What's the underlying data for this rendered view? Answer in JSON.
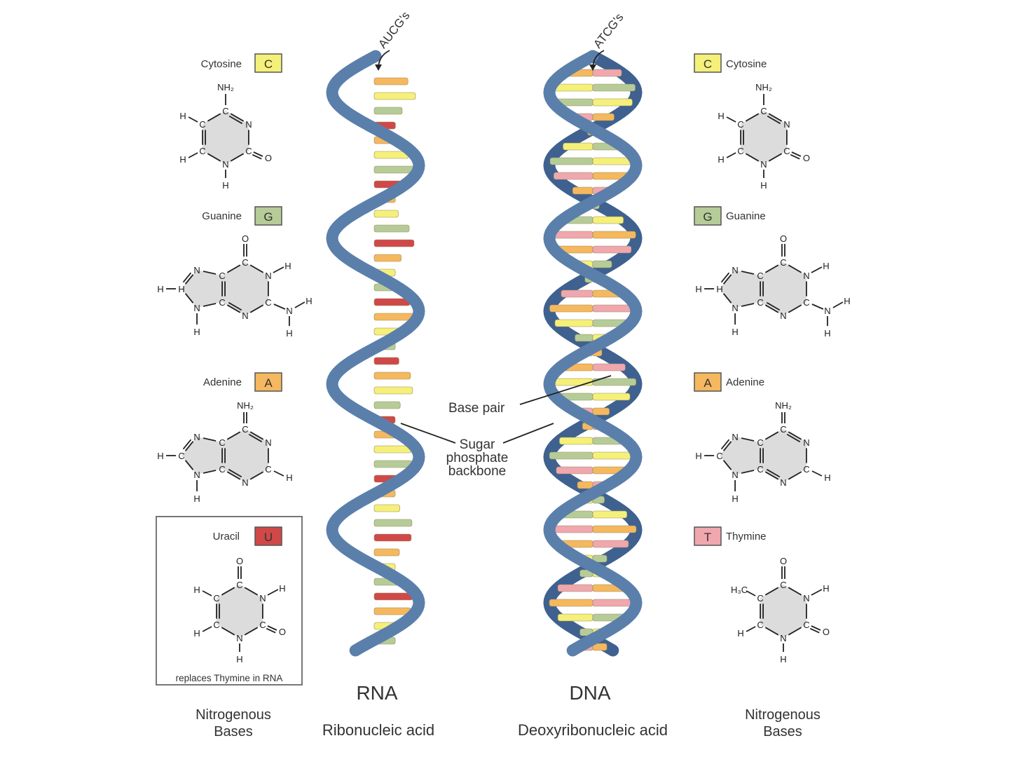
{
  "colors": {
    "backbone": "#5a7fab",
    "backbone_dark": "#3f6190",
    "cytosine": "#f5f07a",
    "guanine": "#b6cc98",
    "adenine": "#f5b85e",
    "thymine": "#f0a7ae",
    "uracil": "#d04848",
    "ring_fill": "#dcdcdc"
  },
  "rna": {
    "pointer_label": "AUCG's",
    "title": "RNA",
    "subtitle": "Ribonucleic acid"
  },
  "dna": {
    "pointer_label": "ATCG's",
    "title": "DNA",
    "subtitle": "Deoxyribonucleic acid"
  },
  "callouts": {
    "base_pair": "Base pair",
    "sugar_line1": "Sugar",
    "sugar_line2": "phosphate",
    "sugar_line3": "backbone"
  },
  "left_bases": [
    {
      "name": "Cytosine",
      "letter": "C",
      "color": "cytosine"
    },
    {
      "name": "Guanine",
      "letter": "G",
      "color": "guanine"
    },
    {
      "name": "Adenine",
      "letter": "A",
      "color": "adenine"
    }
  ],
  "uracil_box": {
    "name": "Uracil",
    "letter": "U",
    "caption": "replaces Thymine in RNA"
  },
  "right_bases": [
    {
      "name": "Cytosine",
      "letter": "C",
      "color": "cytosine"
    },
    {
      "name": "Guanine",
      "letter": "G",
      "color": "guanine"
    },
    {
      "name": "Adenine",
      "letter": "A",
      "color": "adenine"
    },
    {
      "name": "Thymine",
      "letter": "T",
      "color": "thymine"
    }
  ],
  "footer": {
    "left_line1": "Nitrogenous",
    "left_line2": "Bases",
    "right_line1": "Nitrogenous",
    "right_line2": "Bases"
  },
  "atoms": {
    "C": "C",
    "N": "N",
    "O": "O",
    "H": "H",
    "NH2": "NH₂",
    "H3C": "H₃C"
  }
}
